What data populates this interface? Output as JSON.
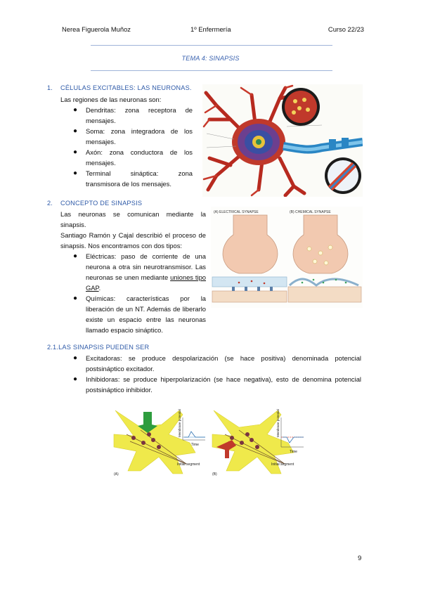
{
  "header": {
    "author": "Nerea Figuerola Muñoz",
    "course": "1º Enfermería",
    "year": "Curso 22/23"
  },
  "title": "TEMA 4: SINAPSIS",
  "section1": {
    "number": "1.",
    "heading": "CÉLULAS EXCITABLES: LAS NEURONAS.",
    "intro": "Las regiones de las neuronas son:",
    "bullets": [
      "Dendritas: zona receptora de mensajes.",
      "Soma: zona integradora de los mensajes.",
      "Axón: zona conductora de los mensajes.",
      "Terminal sináptica: zona transmisora de los mensajes."
    ]
  },
  "section2": {
    "number": "2.",
    "heading": "CONCEPTO DE SINAPSIS",
    "intro1": "Las neuronas se comunican mediante la sinapsis.",
    "intro2": "Santiago Ramón y Cajal describió el proceso de sinapsis. Nos encontramos con dos tipos:",
    "bullet1_text": "Eléctricas: paso de corriente de una neurona a otra sin neurotransmisor. Las neuronas se unen mediante ",
    "bullet1_link": "uniones tipo GAP",
    "bullet1_end": ".",
    "bullet2": "Químicas: características por la liberación de un NT. Además de liberarlo existe un espacio entre las neuronas llamado espacio sináptico."
  },
  "section21": {
    "number": "2.1.",
    "heading": "LAS SINAPSIS PUEDEN SER",
    "bullets": [
      "Excitadoras: se produce despolarización (se hace positiva) denominada potencial postsináptico excitador.",
      "Inhibidoras: se produce hiperpolarización (se hace negativa), esto de denomina potencial postsináptico inhibidor."
    ]
  },
  "figures": {
    "synapse_left_label": "(A) ELECTRICAL SYNAPSE",
    "synapse_right_label": "(B) CHEMICAL SYNAPSE",
    "psp_left_label": "(A)",
    "psp_right_label": "(B)",
    "psp_membrane": "Membrane potential",
    "psp_time": "Time",
    "psp_segment": "Initial segment"
  },
  "page_number": "9"
}
